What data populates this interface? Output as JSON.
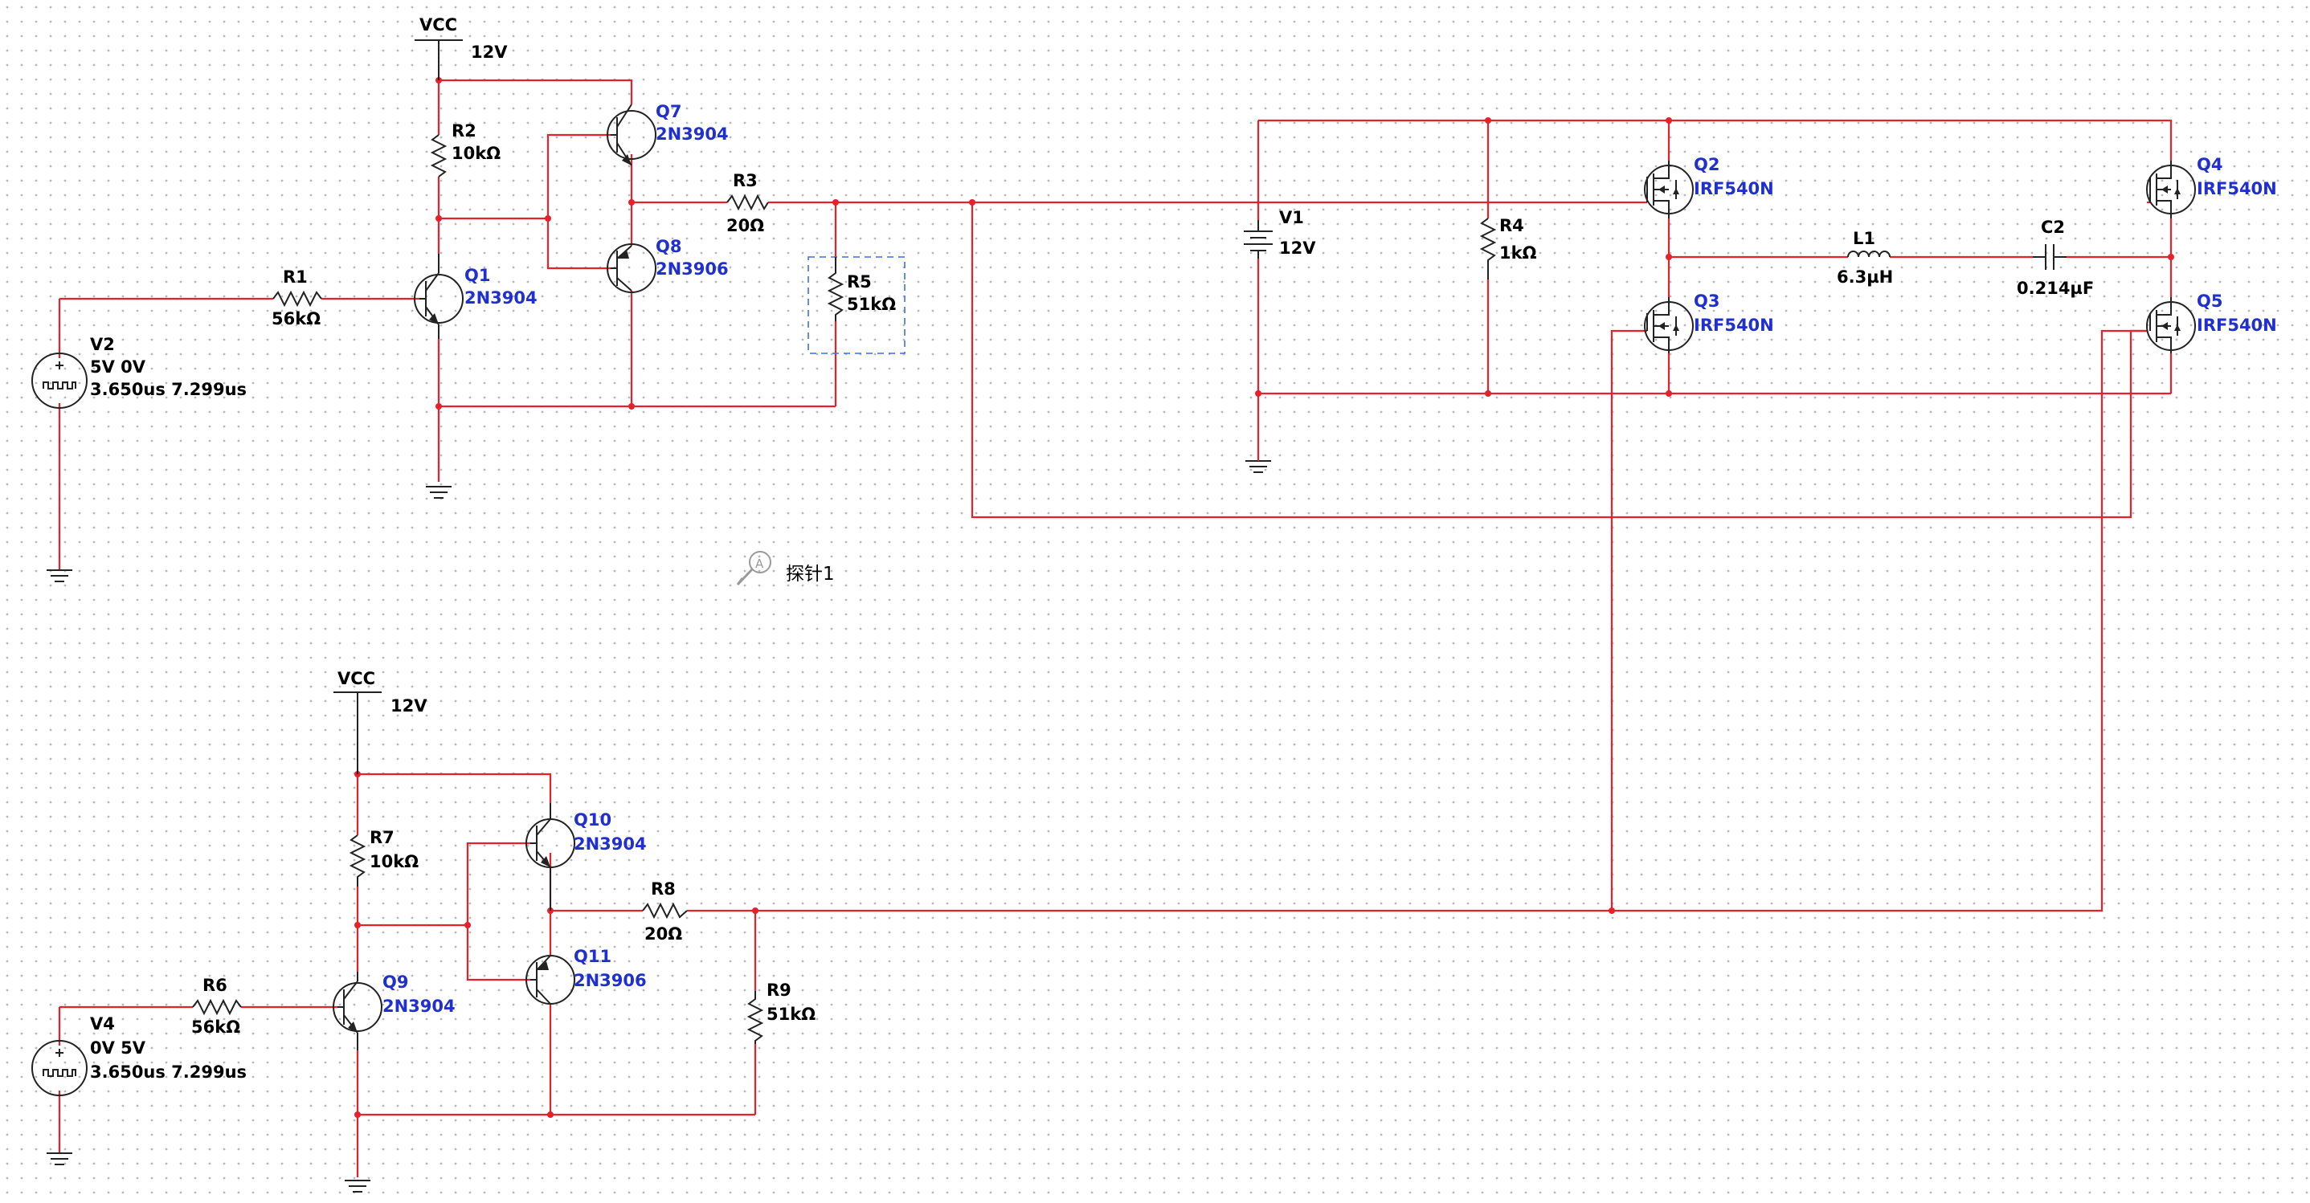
{
  "colors": {
    "wire": "#e8202a",
    "component": "#222222",
    "label": "#000000",
    "part_label": "#1f2fd0",
    "grid_dot": "#b8b8b8",
    "selection": "#3b6fe0"
  },
  "power": {
    "vcc_top": {
      "name": "VCC",
      "value": "12V"
    },
    "vcc_bottom": {
      "name": "VCC",
      "value": "12V"
    }
  },
  "sources": {
    "v2": {
      "ref": "V2",
      "levels": "5V 0V",
      "timing": "3.650us 7.299us"
    },
    "v4": {
      "ref": "V4",
      "levels": "0V 5V",
      "timing": "3.650us 7.299us"
    },
    "v1": {
      "ref": "V1",
      "value": "12V"
    }
  },
  "resistors": {
    "r1": {
      "ref": "R1",
      "value": "56kΩ"
    },
    "r2": {
      "ref": "R2",
      "value": "10kΩ"
    },
    "r3": {
      "ref": "R3",
      "value": "20Ω"
    },
    "r4": {
      "ref": "R4",
      "value": "1kΩ"
    },
    "r5": {
      "ref": "R5",
      "value": "51kΩ"
    },
    "r6": {
      "ref": "R6",
      "value": "56kΩ"
    },
    "r7": {
      "ref": "R7",
      "value": "10kΩ"
    },
    "r8": {
      "ref": "R8",
      "value": "20Ω"
    },
    "r9": {
      "ref": "R9",
      "value": "51kΩ"
    }
  },
  "transistors": {
    "q1": {
      "ref": "Q1",
      "part": "2N3904"
    },
    "q7": {
      "ref": "Q7",
      "part": "2N3904"
    },
    "q8": {
      "ref": "Q8",
      "part": "2N3906"
    },
    "q9": {
      "ref": "Q9",
      "part": "2N3904"
    },
    "q10": {
      "ref": "Q10",
      "part": "2N3904"
    },
    "q11": {
      "ref": "Q11",
      "part": "2N3906"
    }
  },
  "mosfets": {
    "q2": {
      "ref": "Q2",
      "part": "IRF540N"
    },
    "q3": {
      "ref": "Q3",
      "part": "IRF540N"
    },
    "q4": {
      "ref": "Q4",
      "part": "IRF540N"
    },
    "q5": {
      "ref": "Q5",
      "part": "IRF540N"
    }
  },
  "passives": {
    "l1": {
      "ref": "L1",
      "value": "6.3µH"
    },
    "c2": {
      "ref": "C2",
      "value": "0.214µF"
    }
  },
  "probe": {
    "label": "探针1",
    "letter": "A"
  }
}
